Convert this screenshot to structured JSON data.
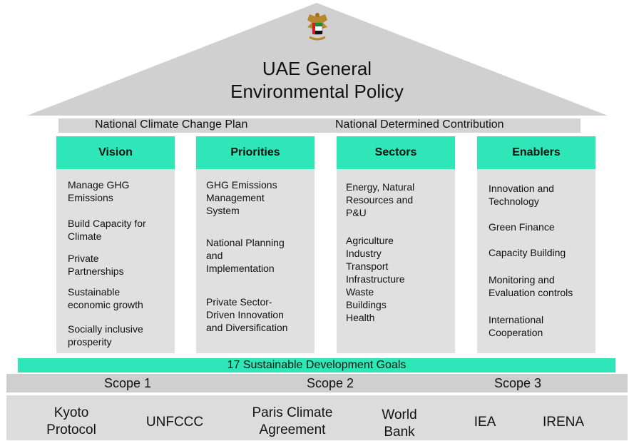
{
  "title": {
    "line1": "UAE General",
    "line2": "Environmental Policy"
  },
  "emblem_icon": "uae-falcon-emblem-icon",
  "band_plans": {
    "left": "National Climate Change Plan",
    "right": "National Determined Contribution"
  },
  "columns": [
    {
      "header": "Vision",
      "items": [
        "Manage GHG\nEmissions",
        "Build Capacity for\nClimate",
        "Private\nPartnerships",
        "Sustainable\neconomic growth",
        "Socially inclusive\nprosperity"
      ]
    },
    {
      "header": "Priorities",
      "items": [
        "GHG Emissions\nManagement\nSystem",
        "National Planning\nand\nImplementation",
        "Private Sector-\nDriven Innovation\nand Diversification"
      ]
    },
    {
      "header": "Sectors",
      "items": [
        "Energy, Natural\nResources and\nP&U",
        "Agriculture\nIndustry\nTransport\nInfrastructure\nWaste\nBuildings\nHealth"
      ]
    },
    {
      "header": "Enablers",
      "items": [
        "Innovation and\nTechnology",
        "Green Finance",
        "Capacity Building",
        "Monitoring and\nEvaluation controls",
        "International\nCooperation"
      ]
    }
  ],
  "sdg_bar": "17 Sustainable Development Goals",
  "scopes": [
    "Scope 1",
    "Scope 2",
    "Scope 3"
  ],
  "base": [
    "Kyoto\nProtocol",
    "UNFCCC",
    "Paris Climate\nAgreement",
    "World\nBank",
    "IEA",
    "IRENA"
  ],
  "colors": {
    "accent": "#2ee6b7",
    "roof": "#d0d0d0",
    "band": "#d4d4d4",
    "column": "#e0e0e0"
  }
}
